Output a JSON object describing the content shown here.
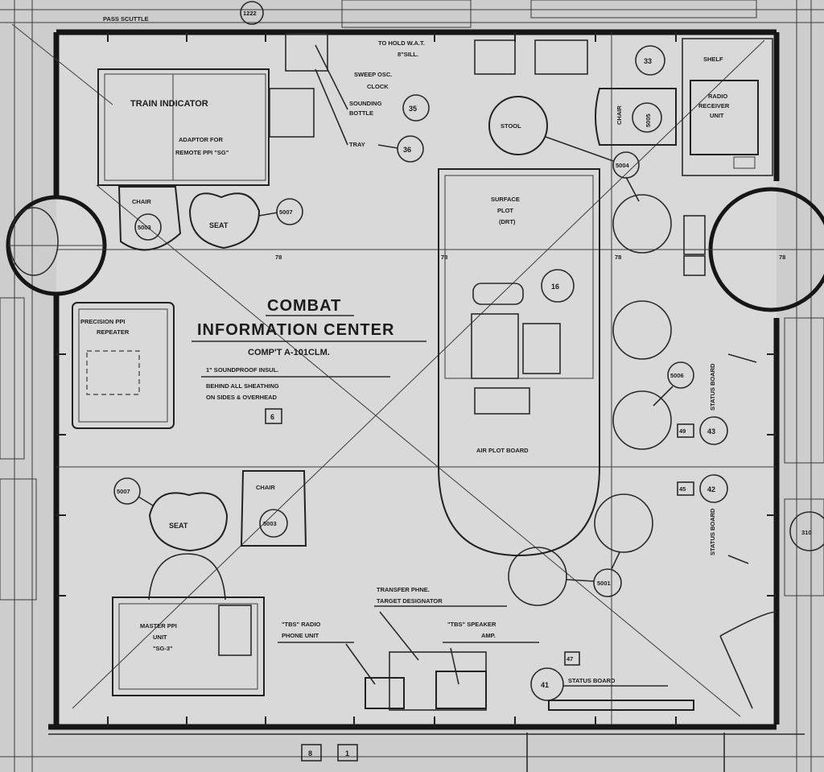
{
  "room": {
    "title_line1": "COMBAT",
    "title_line2": "INFORMATION CENTER",
    "compartment": "COMP'T A-101CLM.",
    "note_line1": "1\" SOUNDPROOF INSUL.",
    "note_line2": "BEHIND ALL SHEATHING",
    "note_line3": "ON SIDES & OVERHEAD"
  },
  "equipment": {
    "train_indicator": "TRAIN INDICATOR",
    "adaptor_line1": "ADAPTOR FOR",
    "adaptor_line2": "REMOTE PPI \"SG\"",
    "chair": "CHAIR",
    "seat": "SEAT",
    "stool": "STOOL",
    "surface_plot_line1": "SURFACE",
    "surface_plot_line2": "PLOT",
    "surface_plot_line3": "(DRT)",
    "air_plot_board": "AIR PLOT BOARD",
    "precision_repeater_line1": "PRECISION PPI",
    "precision_repeater_line2": "REPEATER",
    "master_ppi_line1": "MASTER PPI",
    "master_ppi_line2": "UNIT",
    "master_ppi_line3": "\"SG-3\"",
    "radio_receiver_line1": "RADIO",
    "radio_receiver_line2": "RECEIVER",
    "radio_receiver_line3": "UNIT",
    "shelf": "SHELF",
    "sweep_osc": "SWEEP OSC.",
    "clock": "CLOCK",
    "sounding_bottle_line1": "SOUNDING",
    "sounding_bottle_line2": "BOTTLE",
    "tray": "TRAY",
    "transfer_line1": "TRANSFER PHNE.",
    "transfer_line2": "TARGET DESIGNATOR",
    "tbs_radio_line1": "\"TBS\" RADIO",
    "tbs_radio_line2": "PHONE UNIT",
    "tbs_speaker_line1": "\"TBS\" SPEAKER",
    "tbs_speaker_line2": "AMP.",
    "status_board": "STATUS BOARD",
    "status_board_vertical": "STATUS BOARD",
    "top_note_line1": "TO HOLD W.A.T.",
    "top_note_line2": "8\"SILL.",
    "top_label": "PASS SCUTTLE"
  },
  "callouts": {
    "c1222": "1222",
    "c33": "33",
    "c35": "35",
    "c36": "36",
    "c5007a": "5007",
    "c5007b": "5007",
    "c5003a": "5003",
    "c5003b": "5003",
    "c5004": "5004",
    "c5005": "5005",
    "c5006": "5006",
    "c5001": "5001",
    "c16": "16",
    "c41": "41",
    "c43": "43",
    "c42": "42",
    "c78a": "78",
    "c78b": "78",
    "c78c": "78",
    "c78d": "78",
    "sq6": "6",
    "sq47": "47",
    "sq49": "49",
    "sq45": "45",
    "sq8": "8",
    "sq1": "1",
    "c310": "310"
  },
  "colors": {
    "paper": "#c9c9c9",
    "ink": "#1c1c1c"
  }
}
